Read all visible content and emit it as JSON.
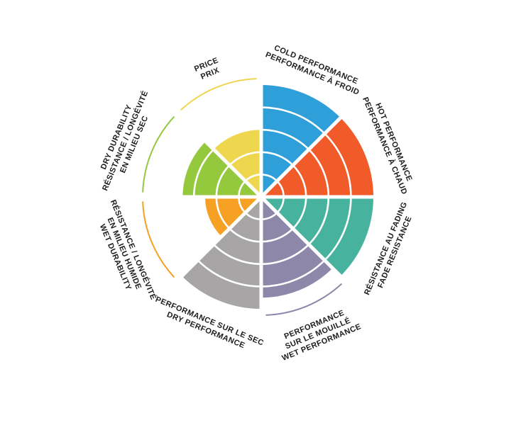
{
  "background_color": "#ffffff",
  "chart_data": {
    "type": "pie",
    "variant": "polar-rating-wheel",
    "title": "",
    "legend": "none",
    "scale_max": 5,
    "ring_count": 5,
    "start_angle_deg": 0,
    "direction": "clockwise",
    "sectors": [
      {
        "id": "cold-performance",
        "labels": [
          "COLD PERFORMANCE",
          "PERFORMANCE À FROID"
        ],
        "value": 5,
        "color": "#2e9fd8"
      },
      {
        "id": "hot-performance",
        "labels": [
          "HOT PERFORMANCE",
          "PERFORMANCE À CHAUD"
        ],
        "value": 5,
        "color": "#f15b2a"
      },
      {
        "id": "fade-resistance",
        "labels": [
          "RÉSISTANCE AU FADING",
          "FADE RESISTANCE"
        ],
        "value": 5,
        "color": "#47b39e"
      },
      {
        "id": "wet-performance",
        "labels": [
          "PERFORMANCE",
          "SUR LE MOUILLÉ",
          "WET PERFORMANCE"
        ],
        "value": 4.5,
        "color": "#8d87aa"
      },
      {
        "id": "dry-performance",
        "labels": [
          "PERFORMANCE SUR LE SEC",
          "DRY PERFORMANCE"
        ],
        "value": 5,
        "color": "#a7a5a6"
      },
      {
        "id": "wet-durability",
        "labels": [
          "RÉSISTANCE / LONGÉVITÉ",
          "EN MILIEU HUMIDE",
          "WET DURABILITY"
        ],
        "value": 2.5,
        "color": "#f6a124"
      },
      {
        "id": "dry-durability",
        "labels": [
          "DRY DURABILITY",
          "RÉSISTANCE / LONGÉVITÉ",
          "EN MILIEU SEC"
        ],
        "value": 3.5,
        "color": "#95c93d"
      },
      {
        "id": "price",
        "labels": [
          "PRICE",
          "PRIX"
        ],
        "value": 3,
        "color": "#eed64e"
      }
    ]
  }
}
